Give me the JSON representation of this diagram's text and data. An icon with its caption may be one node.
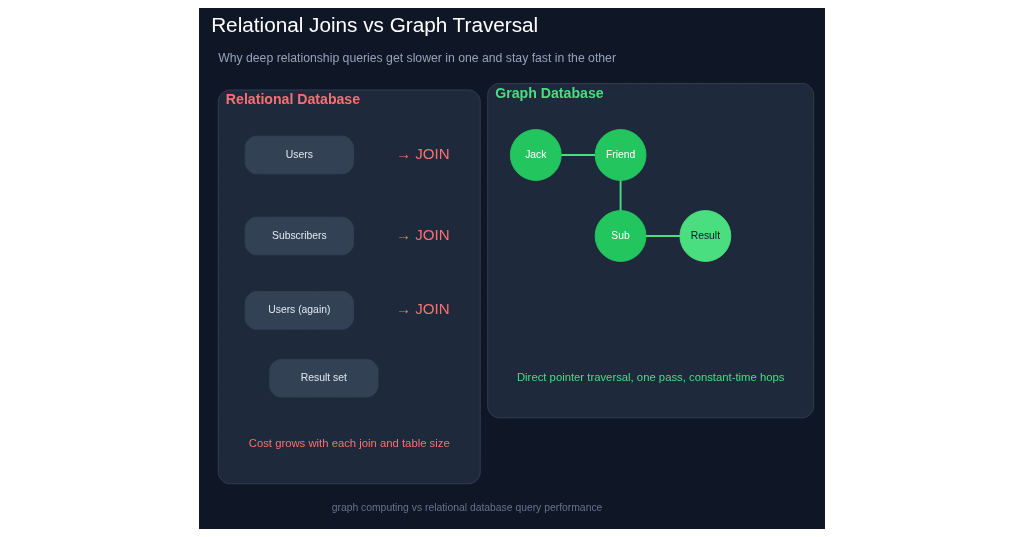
{
  "diagram": {
    "title": "Relational Joins vs Graph Traversal",
    "caption": "graph computing vs relational database query performance",
    "nodes": [
      {
        "text": [
          "Relational Database",
          "Cost grows with each join and table size"
        ]
      },
      {
        "text": [
          "Users"
        ],
        "in": 0,
        "beside": [
          "→ JOIN"
        ]
      },
      {
        "text": [
          "Subscribers"
        ],
        "in": 0,
        "beside": [
          "→ JOIN"
        ]
      },
      {
        "text": [
          "Users (again)"
        ],
        "in": 0,
        "beside": [
          "→ JOIN"
        ]
      },
      {
        "text": [
          "Result set"
        ],
        "in": 0
      },
      {
        "text": [
          "Graph Database",
          "Direct pointer traversal, one pass, constant-time hops"
        ]
      },
      {
        "text": [
          "Jack"
        ],
        "in": 5
      },
      {
        "text": [
          "Friend"
        ],
        "in": 5
      },
      {
        "text": [
          "Sub"
        ],
        "in": 5
      },
      {
        "text": [
          "Result"
        ],
        "in": 5
      }
    ],
    "edges": [
      {
        "from": 6,
        "to": 7,
        "arrow": "none"
      },
      {
        "from": 7,
        "to": 8,
        "arrow": "none"
      },
      {
        "from": 8,
        "to": 9,
        "arrow": "none"
      }
    ],
    "labels": [
      "Why deep relationship queries get slower in one and stay fast in the other"
    ]
  }
}
